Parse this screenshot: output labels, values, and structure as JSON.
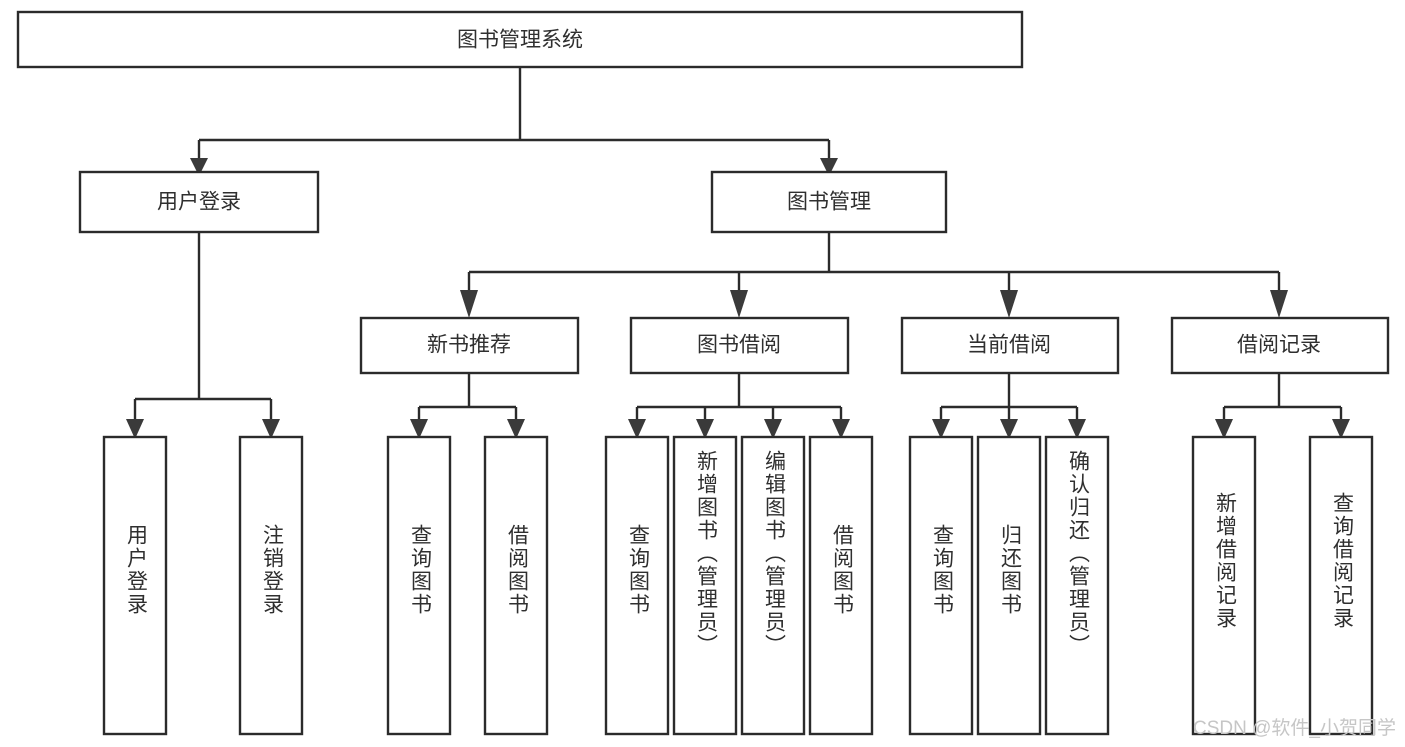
{
  "diagram": {
    "title": "图书管理系统",
    "type": "tree-hierarchy-diagram",
    "colors": {
      "background": "#ffffff",
      "box_fill": "#ffffff",
      "box_stroke": "#2b2b2b",
      "text": "#2f2f2f",
      "arrow": "#3a3a3a",
      "watermark": "#c6c6c6"
    },
    "nodes": {
      "root": {
        "label": "图书管理系统"
      },
      "level1": [
        {
          "id": "user-login",
          "label": "用户登录"
        },
        {
          "id": "book-management",
          "label": "图书管理"
        }
      ],
      "level2": [
        {
          "id": "new-book-recommend",
          "label": "新书推荐"
        },
        {
          "id": "book-borrow",
          "label": "图书借阅"
        },
        {
          "id": "current-borrow",
          "label": "当前借阅"
        },
        {
          "id": "borrow-record",
          "label": "借阅记录"
        }
      ],
      "leaves": {
        "user-login": [
          {
            "id": "leaf-user-login",
            "label": "用户登录"
          },
          {
            "id": "leaf-logout-login",
            "label": "注销登录"
          }
        ],
        "new-book-recommend": [
          {
            "id": "leaf-query-book-1",
            "label": "查询图书"
          },
          {
            "id": "leaf-borrow-book-1",
            "label": "借阅图书"
          }
        ],
        "book-borrow": [
          {
            "id": "leaf-query-book-2",
            "label": "查询图书"
          },
          {
            "id": "leaf-add-book",
            "label": "新增图书（管理员）"
          },
          {
            "id": "leaf-edit-book",
            "label": "编辑图书（管理员）"
          },
          {
            "id": "leaf-borrow-book-2",
            "label": "借阅图书"
          }
        ],
        "current-borrow": [
          {
            "id": "leaf-query-book-3",
            "label": "查询图书"
          },
          {
            "id": "leaf-return-book",
            "label": "归还图书"
          },
          {
            "id": "leaf-confirm-return",
            "label": "确认归还（管理员）"
          }
        ],
        "borrow-record": [
          {
            "id": "leaf-add-record",
            "label": "新增借阅记录"
          },
          {
            "id": "leaf-query-record",
            "label": "查询借阅记录"
          }
        ]
      }
    },
    "watermark": "CSDN @软件_小贺同学"
  }
}
